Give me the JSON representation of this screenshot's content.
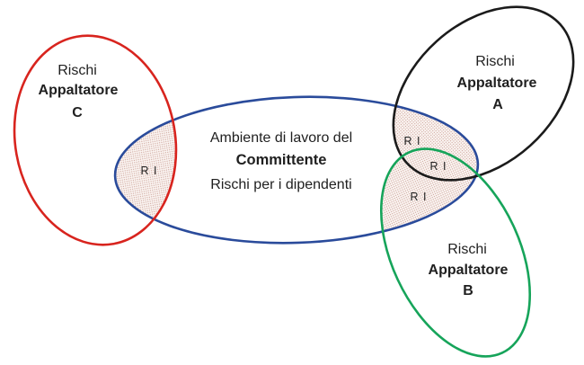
{
  "colors": {
    "background": "#ffffff",
    "committente_stroke": "#2a4b9b",
    "appaltatore_a_stroke": "#1b1b1b",
    "appaltatore_b_stroke": "#16a45a",
    "appaltatore_c_stroke": "#d8241e",
    "overlap_dots": "#bc867b",
    "overlap_base": "#fbf5f2",
    "text": "#1f1f1f"
  },
  "committente_label": {
    "line1": "Ambiente di lavoro del",
    "line2": "Committente",
    "line3": "Rischi per i dipendenti"
  },
  "appaltatore_a_label": {
    "line1": "Rischi",
    "line2": "Appaltatore",
    "line3": "A"
  },
  "appaltatore_b_label": {
    "line1": "Rischi",
    "line2": "Appaltatore",
    "line3": "B"
  },
  "appaltatore_c_label": {
    "line1": "Rischi",
    "line2": "Appaltatore",
    "line3": "C"
  },
  "overlap_labels": {
    "c_committente": "R I",
    "a_committente": "R I",
    "a_b_committente": "R I",
    "b_committente": "R I"
  }
}
